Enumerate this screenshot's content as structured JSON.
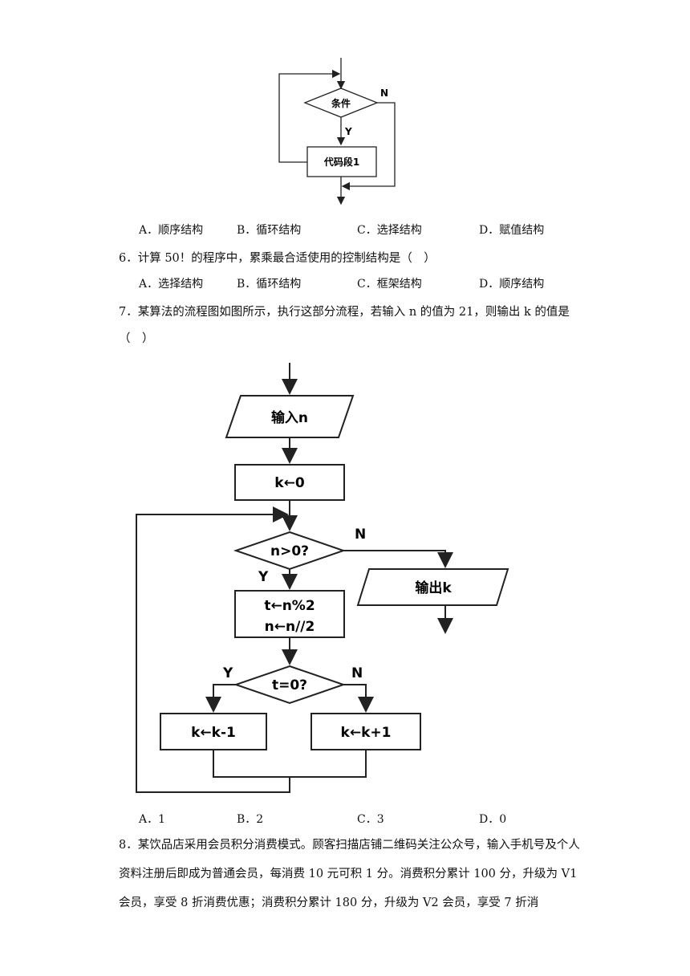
{
  "flowchart1": {
    "condition": "条件",
    "yes_label": "Y",
    "no_label": "N",
    "block": "代码段1"
  },
  "q5_options": [
    "A．顺序结构",
    "B．循环结构",
    "C．选择结构",
    "D．赋值结构"
  ],
  "q6": {
    "stem": "6．计算 50！的程序中，累乘最合适使用的控制结构是（　）",
    "options": [
      "A．选择结构",
      "B．循环结构",
      "C．框架结构",
      "D．顺序结构"
    ]
  },
  "q7": {
    "stem_line1": "7．某算法的流程图如图所示，执行这部分流程，若输入 n 的值为 21，则输出 k 的值是",
    "stem_line2": "（　）",
    "options": [
      "A．1",
      "B．2",
      "C．3",
      "D．0"
    ]
  },
  "flowchart2": {
    "input": "输入n",
    "init": "k←0",
    "cond1": "n>0?",
    "yes1": "Y",
    "no1": "N",
    "output": "输出k",
    "step_line1": "t←n%2",
    "step_line2": "n←n//2",
    "cond2": "t=0?",
    "yes2": "Y",
    "no2": "N",
    "left_box": "k←k-1",
    "right_box": "k←k+1"
  },
  "q8": {
    "text": "8．某饮品店采用会员积分消费模式。顾客扫描店铺二维码关注公众号，输入手机号及个人资料注册后即成为普通会员，每消费 10 元可积 1 分。消费积分累计 100 分，升级为 V1 会员，享受 8 折消费优惠；消费积分累计 180 分，升级为 V2 会员，享受 7 折消"
  }
}
